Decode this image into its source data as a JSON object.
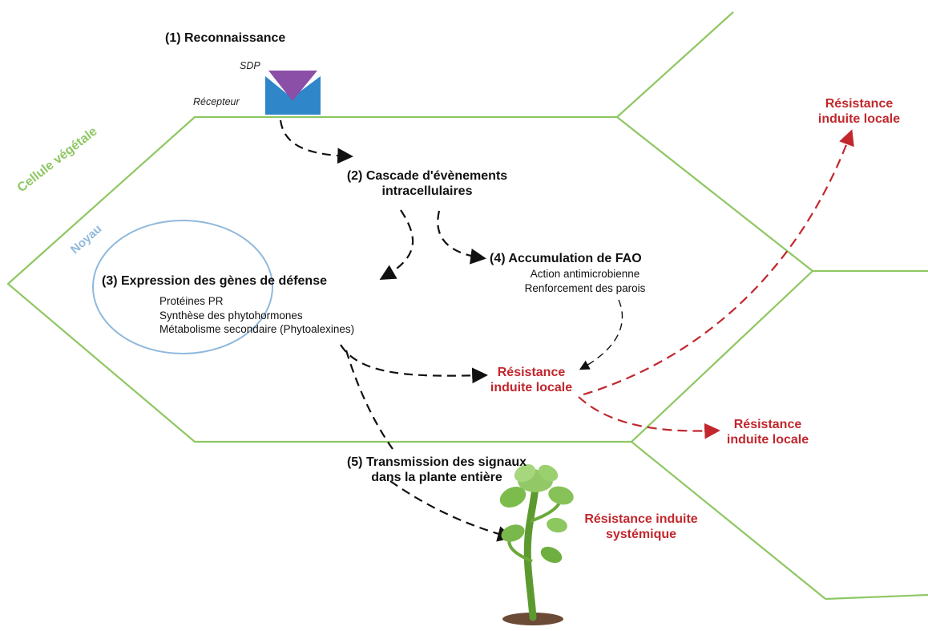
{
  "labels": {
    "step1": "(1) Reconnaissance",
    "sdp": "SDP",
    "recepteur": "Récepteur",
    "cellule": "Cellule végétale",
    "noyau": "Noyau",
    "step2_line1": "(2) Cascade d'évènements",
    "step2_line2": "intracellulaires",
    "step3": "(3) Expression des gènes de défense",
    "step3_items": [
      "Protéines PR",
      "Synthèse des phytohormones",
      "Métabolisme secondaire (Phytoalexines)"
    ],
    "step4": "(4) Accumulation de FAO",
    "step4_items": [
      "Action antimicrobienne",
      "Renforcement des parois"
    ],
    "step5_line1": "(5) Transmission des signaux",
    "step5_line2": "dans la plante entière",
    "res_local_center": [
      "Résistance",
      "induite locale"
    ],
    "res_local_topright": [
      "Résistance",
      "induite locale"
    ],
    "res_local_right": [
      "Résistance",
      "induite locale"
    ],
    "res_systemic": [
      "Résistance induite",
      "systémique"
    ]
  },
  "colors": {
    "cell_wall": "#8ec763",
    "nucleus": "#90b8dd",
    "red_text": "#c1272d",
    "sdp": "#8b4fa8",
    "receptor": "#2f86c8",
    "arrow_black": "#111111"
  }
}
